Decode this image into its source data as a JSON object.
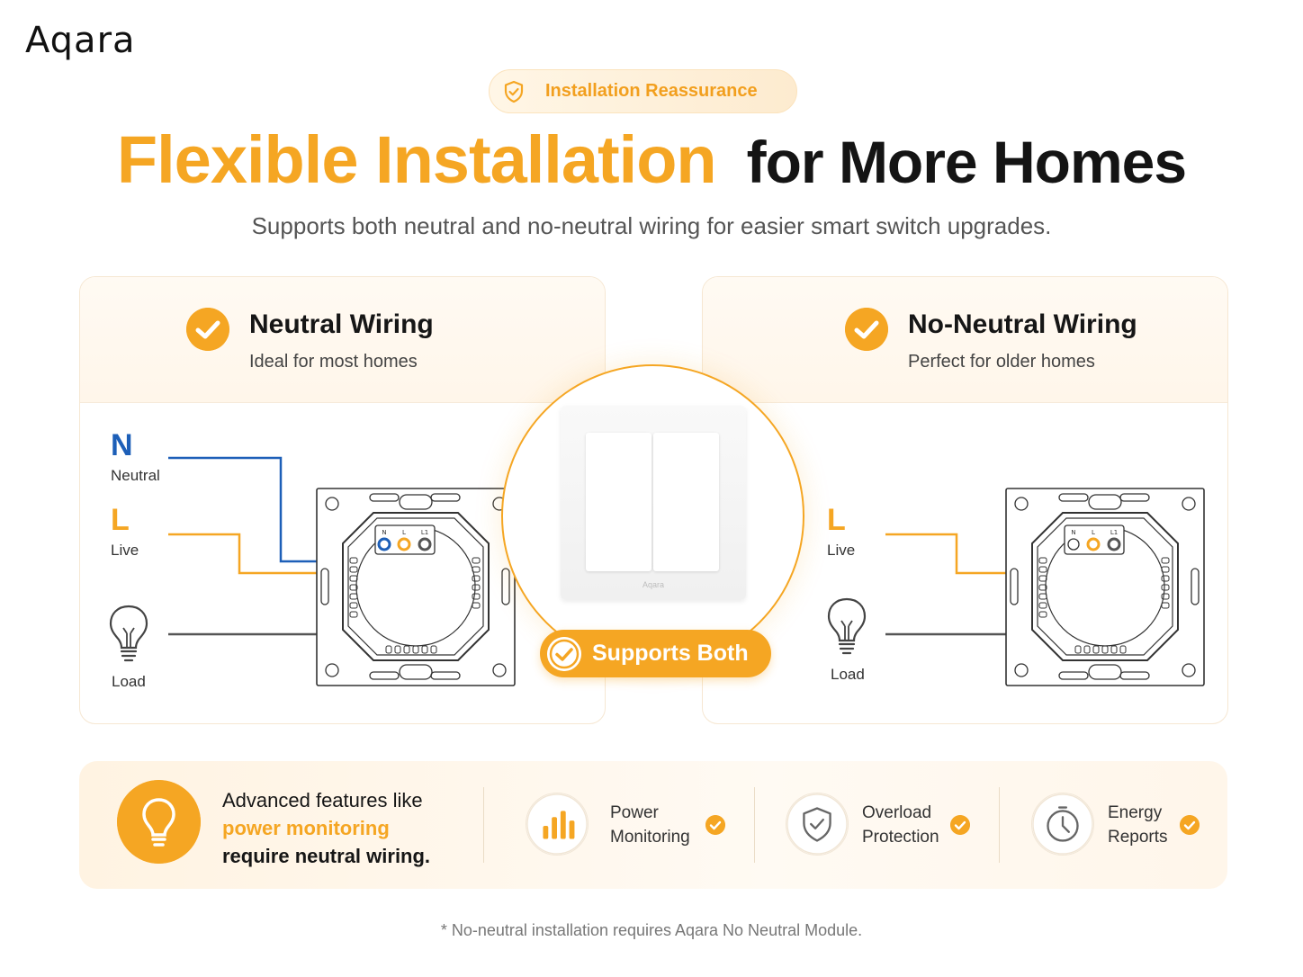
{
  "brand": {
    "logo": "Aqara"
  },
  "badge": {
    "label": "Installation Reassurance",
    "icon": "shield-check-icon"
  },
  "headline": {
    "highlight": "Flexible Installation",
    "rest": "for More Homes"
  },
  "subtitle": "Supports both neutral and no-neutral wiring for easier smart switch upgrades.",
  "cards": [
    {
      "title": "Neutral Wiring",
      "subtitle": "Ideal for most homes",
      "wires": [
        {
          "letter": "N",
          "label": "Neutral",
          "color": "#1d5fb8"
        },
        {
          "letter": "L",
          "label": "Live",
          "color": "#f5a623"
        }
      ],
      "load_label": "Load"
    },
    {
      "title": "No-Neutral Wiring",
      "subtitle": "Perfect for older homes",
      "wires": [
        {
          "letter": "L",
          "label": "Live",
          "color": "#f5a623"
        }
      ],
      "load_label": "Load"
    }
  ],
  "terminals": [
    "N",
    "L",
    "L1"
  ],
  "switch": {
    "brand": "Aqara"
  },
  "supports_badge": "Supports Both",
  "banner": {
    "line1": "Advanced features like",
    "line2": "power monitoring",
    "line3": "require neutral wiring.",
    "features": [
      {
        "line1": "Power",
        "line2": "Monitoring",
        "icon": "bar-chart-icon"
      },
      {
        "line1": "Overload",
        "line2": "Protection",
        "icon": "shield-check-icon"
      },
      {
        "line1": "Energy",
        "line2": "Reports",
        "icon": "clock-icon"
      }
    ]
  },
  "footnote": "* No-neutral installation requires Aqara No Neutral Module.",
  "colors": {
    "accent": "#f5a623",
    "neutral_wire": "#1d5fb8",
    "load_wire": "#555555"
  }
}
